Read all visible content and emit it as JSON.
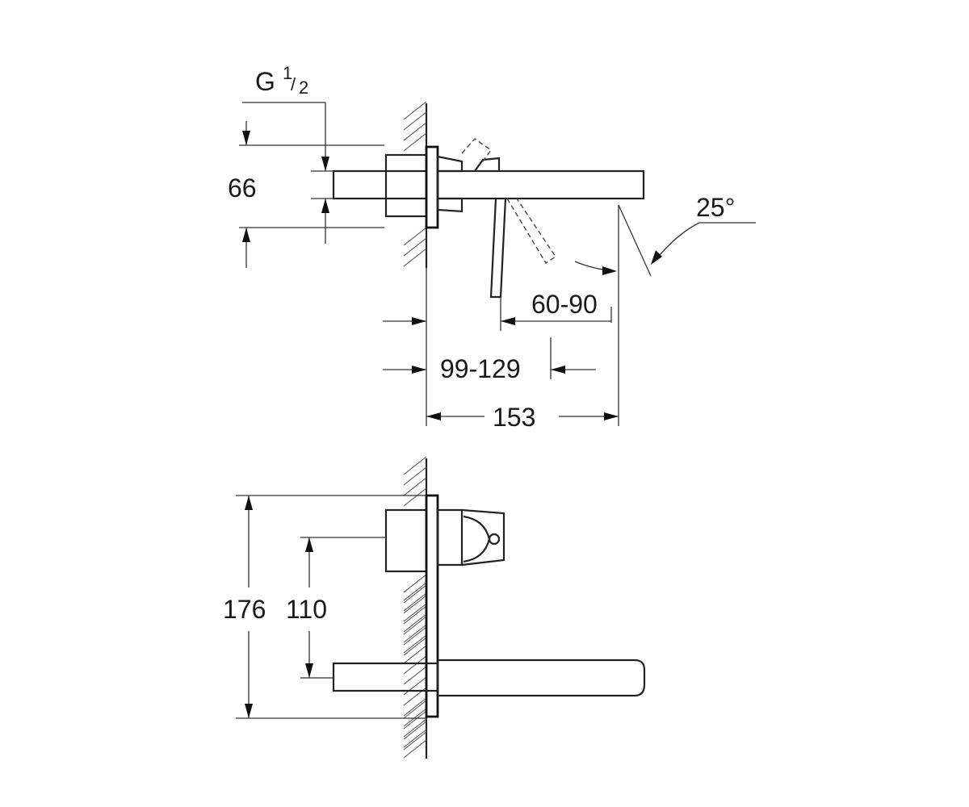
{
  "side_view": {
    "thread_label": "G",
    "thread_fraction_num": "1",
    "thread_fraction_sep": "/",
    "thread_fraction_den": "2",
    "dim_height": "66",
    "dim_angle": "25°",
    "dim_projection_min": "60-90",
    "dim_wall_depth": "99-129",
    "dim_total_length": "153"
  },
  "front_view": {
    "dim_plate_height": "176",
    "dim_axis_distance": "110"
  },
  "colors": {
    "line": "#222222",
    "background": "#ffffff"
  }
}
